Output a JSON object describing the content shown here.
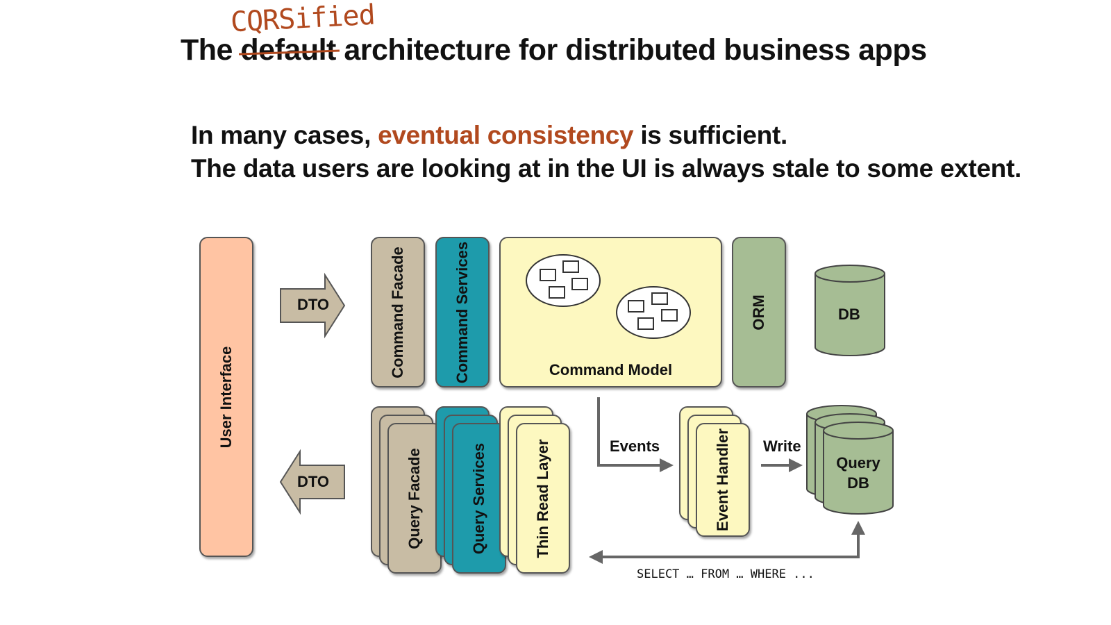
{
  "title": {
    "prefix": "The",
    "struck": "default",
    "rest": "architecture for distributed business apps",
    "handwritten": "CQRSified"
  },
  "subtitle": {
    "line1_before": "In many cases,",
    "line1_accent": "eventual consistency",
    "line1_after": "is sufficient.",
    "line2": "The data users are looking at in the UI is always stale to some extent."
  },
  "diagram": {
    "user_interface": "User Interface",
    "dto_command": "DTO",
    "dto_query": "DTO",
    "command_facade": "Command Facade",
    "command_services": "Command Services",
    "command_model": "Command Model",
    "orm": "ORM",
    "db": "DB",
    "query_facade": "Query Facade",
    "query_services": "Query Services",
    "thin_read_layer": "Thin Read Layer",
    "events": "Events",
    "event_handler": "Event Handler",
    "write": "Write",
    "query_db_line1": "Query",
    "query_db_line2": "DB",
    "sql": "SELECT … FROM … WHERE ..."
  },
  "colors": {
    "accent": "#b1491e",
    "user_interface": "#ffc4a3",
    "tan": "#c8bca4",
    "teal": "#1e9bab",
    "yellow": "#fdf8c0",
    "green": "#a6bd94"
  }
}
